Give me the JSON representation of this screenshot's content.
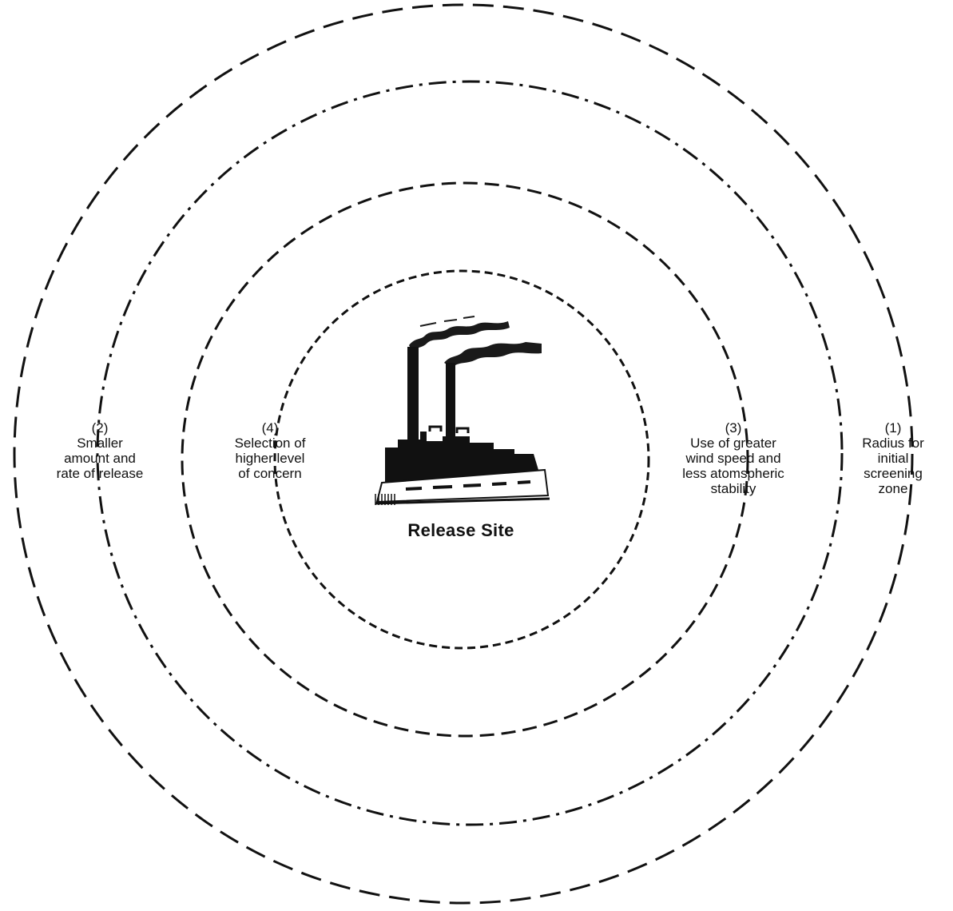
{
  "diagram": {
    "center_label": "Release Site",
    "rings": [
      {
        "id": "ring-1",
        "number": "(1)",
        "lines": [
          "Radius for",
          "initial",
          "screening",
          "zone"
        ],
        "dash_style": "long-dash"
      },
      {
        "id": "ring-2",
        "number": "(2)",
        "lines": [
          "Smaller",
          "amount and",
          "rate of release"
        ],
        "dash_style": "dash-dot"
      },
      {
        "id": "ring-3",
        "number": "(3)",
        "lines": [
          "Use of greater",
          "wind speed and",
          "less atomspheric",
          "stability"
        ],
        "dash_style": "dash"
      },
      {
        "id": "ring-4",
        "number": "(4)",
        "lines": [
          "Selection of",
          "higher level",
          "of concern"
        ],
        "dash_style": "short-dash"
      }
    ],
    "icons": {
      "center": "factory-icon"
    },
    "colors": {
      "line": "#111111",
      "background": "#ffffff"
    }
  }
}
